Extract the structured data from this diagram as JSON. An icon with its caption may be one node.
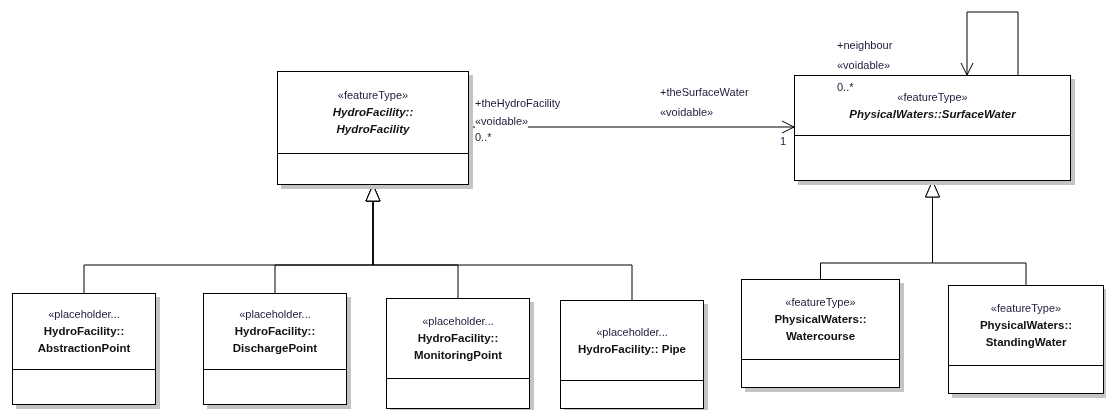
{
  "diagram": {
    "nodes": [
      {
        "text": [
          "«featureType»",
          "HydroFacility:: HydroFacility"
        ]
      },
      {
        "text": [
          "«featureType»",
          "PhysicalWaters::SurfaceWater"
        ]
      },
      {
        "text": [
          "«placeholder...",
          "HydroFacility:: AbstractionPoint"
        ]
      },
      {
        "text": [
          "«placeholder...",
          "HydroFacility:: DischargePoint"
        ]
      },
      {
        "text": [
          "«placeholder...",
          "HydroFacility:: MonitoringPoint"
        ]
      },
      {
        "text": [
          "«placeholder...",
          "HydroFacility:: Pipe"
        ]
      },
      {
        "text": [
          "«featureType»",
          "PhysicalWaters:: Watercourse"
        ]
      },
      {
        "text": [
          "«featureType»",
          "PhysicalWaters:: StandingWater"
        ]
      }
    ],
    "edges": [
      {
        "from": 0,
        "to": 1,
        "arrow": "to"
      },
      {
        "from": 1,
        "to": 1,
        "arrow": "to"
      },
      {
        "from": 2,
        "to": 0,
        "arrow": "to"
      },
      {
        "from": 3,
        "to": 0,
        "arrow": "to"
      },
      {
        "from": 4,
        "to": 0,
        "arrow": "to"
      },
      {
        "from": 5,
        "to": 0,
        "arrow": "to"
      },
      {
        "from": 6,
        "to": 1,
        "arrow": "to"
      },
      {
        "from": 7,
        "to": 1,
        "arrow": "to"
      }
    ],
    "labels": [
      "+theHydroFacility",
      "«voidable»",
      "0..*",
      "+theSurfaceWater",
      "«voidable»",
      "1",
      "+neighbour",
      "«voidable»",
      "0..*"
    ]
  }
}
